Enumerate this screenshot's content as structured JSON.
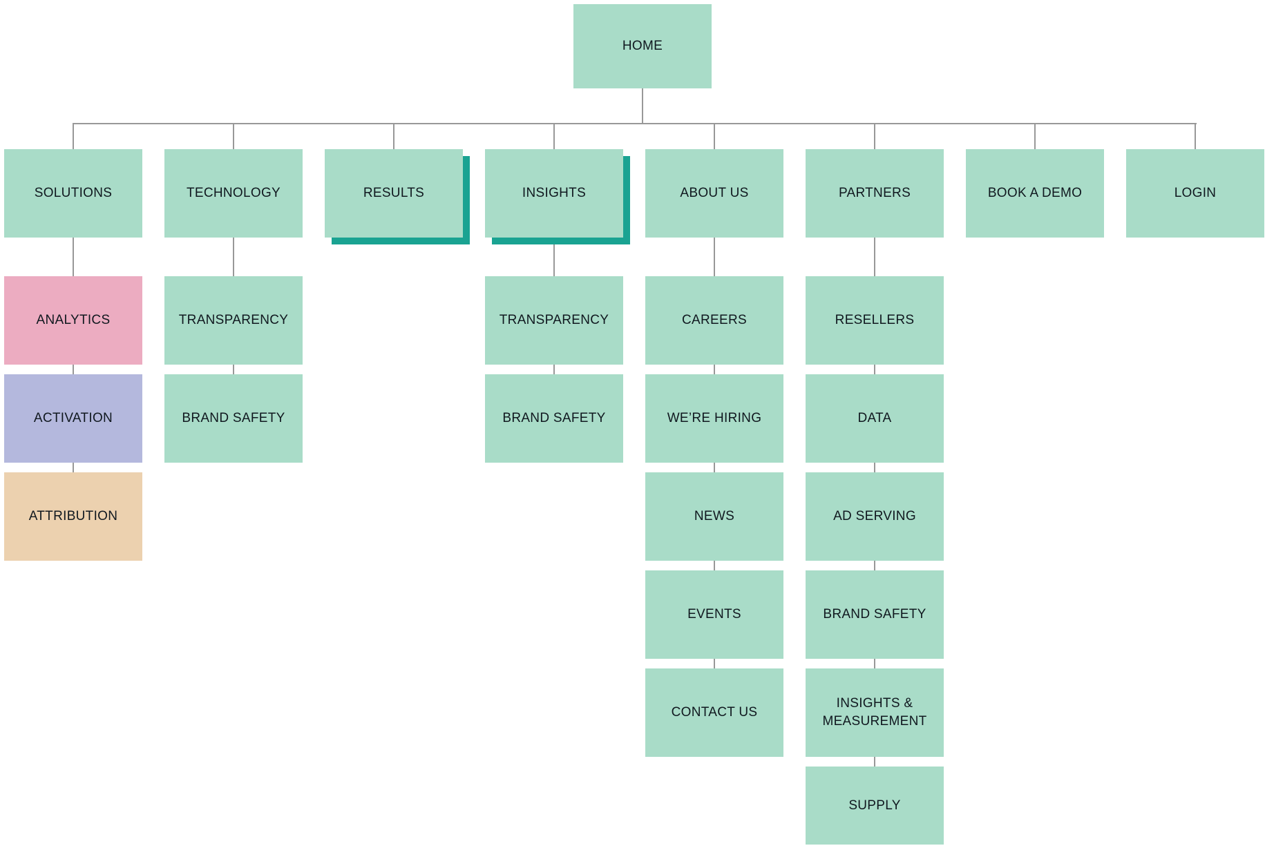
{
  "sitemap": {
    "root": {
      "id": "home",
      "label": "HOME"
    },
    "branches": [
      {
        "id": "solutions",
        "label": "SOLUTIONS",
        "children": [
          {
            "id": "analytics",
            "label": "ANALYTICS",
            "fill": "#ecacc1"
          },
          {
            "id": "activation",
            "label": "ACTIVATION",
            "fill": "#b4b8dd"
          },
          {
            "id": "attribution",
            "label": "ATTRIBUTION",
            "fill": "#ecd1af"
          }
        ]
      },
      {
        "id": "technology",
        "label": "TECHNOLOGY",
        "children": [
          {
            "id": "transparency",
            "label": "TRANSPARENCY"
          },
          {
            "id": "brand-safety",
            "label": "BRAND SAFETY"
          }
        ]
      },
      {
        "id": "results",
        "label": "RESULTS",
        "highlighted": true,
        "children": []
      },
      {
        "id": "insights",
        "label": "INSIGHTS",
        "highlighted": true,
        "children": [
          {
            "id": "transparency",
            "label": "TRANSPARENCY"
          },
          {
            "id": "brand-safety",
            "label": "BRAND SAFETY"
          }
        ]
      },
      {
        "id": "about-us",
        "label": "ABOUT US",
        "children": [
          {
            "id": "careers",
            "label": "CAREERS"
          },
          {
            "id": "were-hiring",
            "label": "WE’RE HIRING"
          },
          {
            "id": "news",
            "label": "NEWS"
          },
          {
            "id": "events",
            "label": "EVENTS"
          },
          {
            "id": "contact-us",
            "label": "CONTACT US"
          }
        ]
      },
      {
        "id": "partners",
        "label": "PARTNERS",
        "children": [
          {
            "id": "resellers",
            "label": "RESELLERS"
          },
          {
            "id": "data",
            "label": "DATA"
          },
          {
            "id": "ad-serving",
            "label": "AD SERVING"
          },
          {
            "id": "brand-safety",
            "label": "BRAND SAFETY"
          },
          {
            "id": "insights-measurement",
            "label": "INSIGHTS & MEASUREMENT"
          },
          {
            "id": "supply",
            "label": "SUPPLY"
          }
        ]
      },
      {
        "id": "book-a-demo",
        "label": "BOOK A DEMO",
        "children": []
      },
      {
        "id": "login",
        "label": "LOGIN",
        "children": []
      }
    ],
    "colors": {
      "node_fill": "#a9dcc8",
      "analytics_fill": "#ecacc1",
      "activation_fill": "#b4b8dd",
      "attribution_fill": "#ecd1af",
      "highlight_shadow": "#1aa392",
      "connector": "#989898",
      "text": "#10181f",
      "background": "#ffffff"
    }
  }
}
